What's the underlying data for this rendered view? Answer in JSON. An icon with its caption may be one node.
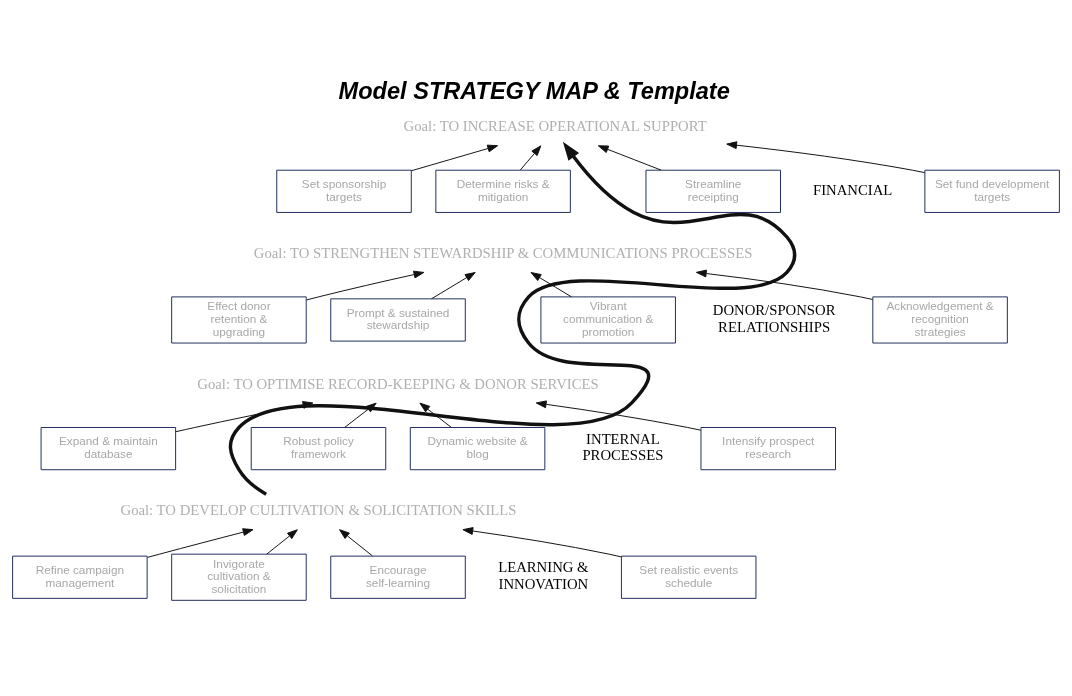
{
  "diagram": {
    "title": "Model STRATEGY MAP & Template",
    "nodes": [
      {
        "text": [
          "Goal: TO INCREASE OPERATIONAL SUPPORT"
        ]
      },
      {
        "text": [
          "Set fund development targets"
        ]
      },
      {
        "text": [
          "Set sponsorship targets"
        ]
      },
      {
        "text": [
          "Determine risks & mitigation"
        ]
      },
      {
        "text": [
          "Streamline receipting"
        ]
      },
      {
        "text": [
          "Goal: TO STRENGTHEN STEWARDSHIP & COMMUNICATIONS PROCESSES"
        ]
      },
      {
        "text": [
          "Acknowledgement & recognition strategies"
        ]
      },
      {
        "text": [
          "Effect donor retention & upgrading"
        ]
      },
      {
        "text": [
          "Prompt & sustained stewardship"
        ]
      },
      {
        "text": [
          "Vibrant communication & promotion"
        ]
      },
      {
        "text": [
          "Goal: TO OPTIMISE RECORD-KEEPING & DONOR SERVICES"
        ]
      },
      {
        "text": [
          "Intensify prospect research"
        ]
      },
      {
        "text": [
          "Expand & maintain database"
        ]
      },
      {
        "text": [
          "Robust policy framework"
        ]
      },
      {
        "text": [
          "Dynamic website & blog"
        ]
      },
      {
        "text": [
          "Goal: TO DEVELOP CULTIVATION & SOLICITATION SKILLS"
        ]
      },
      {
        "text": [
          "Set realistic events schedule"
        ]
      },
      {
        "text": [
          "Refine campaign management"
        ]
      },
      {
        "text": [
          "Invigorate cultivation & solicitation"
        ]
      },
      {
        "text": [
          "Encourage self-learning"
        ]
      }
    ],
    "edges": [
      {
        "from": 1,
        "to": 0,
        "arrow": "to"
      },
      {
        "from": 2,
        "to": 0,
        "arrow": "to"
      },
      {
        "from": 3,
        "to": 0,
        "arrow": "to"
      },
      {
        "from": 4,
        "to": 0,
        "arrow": "to"
      },
      {
        "from": 6,
        "to": 5,
        "arrow": "to"
      },
      {
        "from": 7,
        "to": 5,
        "arrow": "to"
      },
      {
        "from": 8,
        "to": 5,
        "arrow": "to"
      },
      {
        "from": 9,
        "to": 5,
        "arrow": "to"
      },
      {
        "from": 11,
        "to": 10,
        "arrow": "to"
      },
      {
        "from": 12,
        "to": 10,
        "arrow": "to"
      },
      {
        "from": 13,
        "to": 10,
        "arrow": "to"
      },
      {
        "from": 14,
        "to": 10,
        "arrow": "to"
      },
      {
        "from": 16,
        "to": 15,
        "arrow": "to"
      },
      {
        "from": 17,
        "to": 15,
        "arrow": "to"
      },
      {
        "from": 18,
        "to": 15,
        "arrow": "to"
      },
      {
        "from": 19,
        "to": 15,
        "arrow": "to"
      },
      {
        "from": 15,
        "to": 0,
        "arrow": "to",
        "style": "thick"
      }
    ],
    "labels": [
      "FINANCIAL",
      "DONOR/SPONSOR RELATIONSHIPS",
      "INTERNAL PROCESSES",
      "LEARNING & INNOVATION"
    ]
  }
}
